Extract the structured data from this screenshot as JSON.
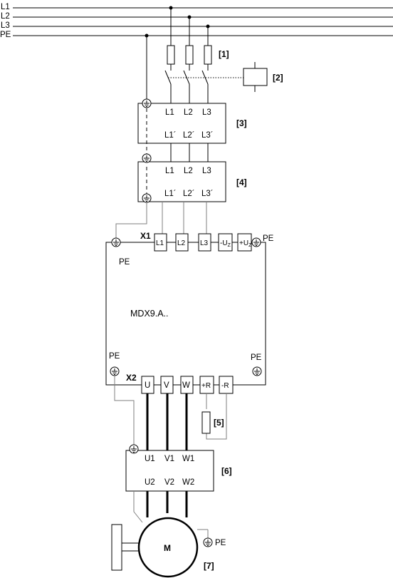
{
  "bus": {
    "l1": "L1",
    "l2": "L2",
    "l3": "L3",
    "pe": "PE"
  },
  "refs": {
    "fuses": "[1]",
    "contactor": "[2]",
    "comp3": "[3]",
    "comp4": "[4]",
    "comp5": "[5]",
    "comp6": "[6]",
    "motor": "[7]"
  },
  "block3": {
    "top": [
      "L1",
      "L2",
      "L3"
    ],
    "bottom": [
      "L1´",
      "L2´",
      "L3´"
    ]
  },
  "block4": {
    "top": [
      "L1",
      "L2",
      "L3"
    ],
    "bottom": [
      "L1´",
      "L2´",
      "L3´"
    ]
  },
  "inverter": {
    "model": "MDX9.A..",
    "x1": "X1",
    "x2": "X2",
    "pe": "PE",
    "x1_terminals": [
      "L1",
      "L2",
      "L3",
      "-U",
      "+U"
    ],
    "x1_subscript": "Z",
    "x2_terminals": [
      "U",
      "V",
      "W",
      "+R",
      "-R"
    ]
  },
  "block6": {
    "top": [
      "U1",
      "V1",
      "W1"
    ],
    "bottom": [
      "U2",
      "V2",
      "W2"
    ]
  },
  "motor": {
    "label": "M",
    "pe": "PE"
  }
}
